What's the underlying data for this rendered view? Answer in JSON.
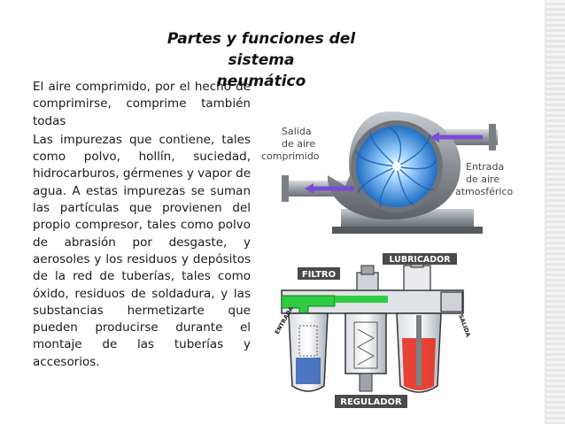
{
  "slide": {
    "title_line1": "Partes y funciones del sistema",
    "title_line2": "neumático",
    "paragraphs": [
      "El aire comprimido, por el hecho de comprimirse, comprime también todas",
      "Las impurezas que contiene, tales como polvo, hollín, suciedad, hidrocarburos, gérmenes y vapor de agua. A estas impurezas se suman las partículas que provienen del propio compresor, tales como polvo de abrasión por desgaste, y aerosoles y los residuos y depósitos de la red de tuberías, tales como óxido, residuos de soldadura, y las substancias hermetizarte que pueden producirse durante el montaje de las tuberías y accesorios."
    ]
  },
  "compressor_figure": {
    "outlet_label_1": "Salida",
    "outlet_label_2": "de aire",
    "outlet_label_3": "comprimido",
    "inlet_label_1": "Entrada",
    "inlet_label_2": "de aire",
    "inlet_label_3": "atmosférico",
    "icon": "centrifugal-compressor-icon"
  },
  "frl_figure": {
    "filter_label": "FILTRO",
    "lubricator_label": "LUBRICADOR",
    "regulator_label": "REGULADOR",
    "inlet_label": "ENTRADA",
    "outlet_label": "SALIDA",
    "icon": "filter-regulator-lubricator-icon"
  },
  "colors": {
    "fan_blue": "#2f8fe0",
    "inlet_green": "#2ecc40",
    "oil_red": "#e53020",
    "metal_gray": "#8a8f96"
  }
}
